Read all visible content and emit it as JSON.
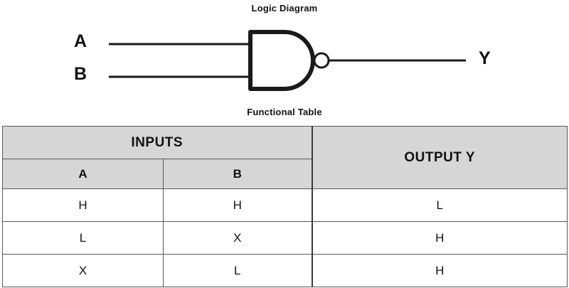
{
  "logic_section": {
    "title": "Logic Diagram",
    "gate_type": "nand-gate",
    "inputs": [
      {
        "label": "A"
      },
      {
        "label": "B"
      }
    ],
    "output": {
      "label": "Y"
    }
  },
  "table_section": {
    "title": "Functional Table",
    "header_group_inputs": "INPUTS",
    "header_output": "OUTPUT Y",
    "sub_headers": [
      "A",
      "B"
    ],
    "rows": [
      {
        "a": "H",
        "b": "H",
        "y": "L"
      },
      {
        "a": "L",
        "b": "X",
        "y": "H"
      },
      {
        "a": "X",
        "b": "L",
        "y": "H"
      }
    ]
  },
  "colors": {
    "header_fill": "#d6d6d6",
    "line": "#58595b",
    "ink": "#111111",
    "background": "#ffffff"
  }
}
